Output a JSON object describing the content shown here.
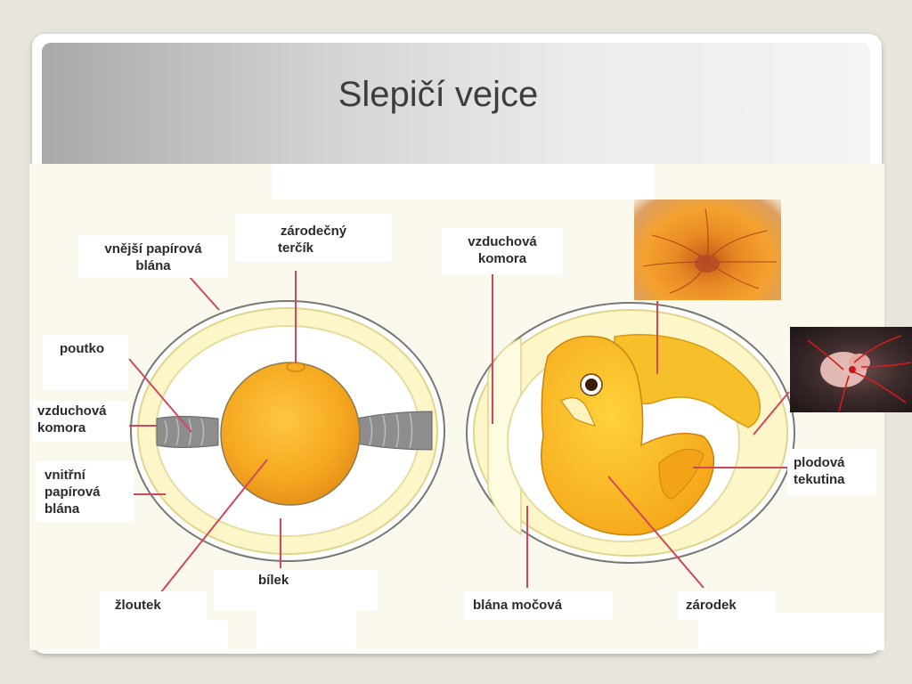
{
  "title": "Slepičí vejce",
  "labels": {
    "outer_membrane": "vnější papírová\nblána",
    "germinal_disc": "zárodečný\nterčík",
    "chalaza": "poutko",
    "air_cell_left": "vzduchová\nkomora",
    "inner_membrane": "vnitřní\npapírová\nblána",
    "yolk": "žloutek",
    "albumen": "bílek",
    "air_cell_right": "vzduchová\nkomora",
    "amniotic_fluid": "plodová\ntekutina",
    "allantois": "blána močová",
    "embryo": "zárodek"
  },
  "colors": {
    "yolk": "#f5a820",
    "leader_line": "#d2475a",
    "shell_fill": "#fdf6c8",
    "chalaza": "#8d8d8d"
  }
}
